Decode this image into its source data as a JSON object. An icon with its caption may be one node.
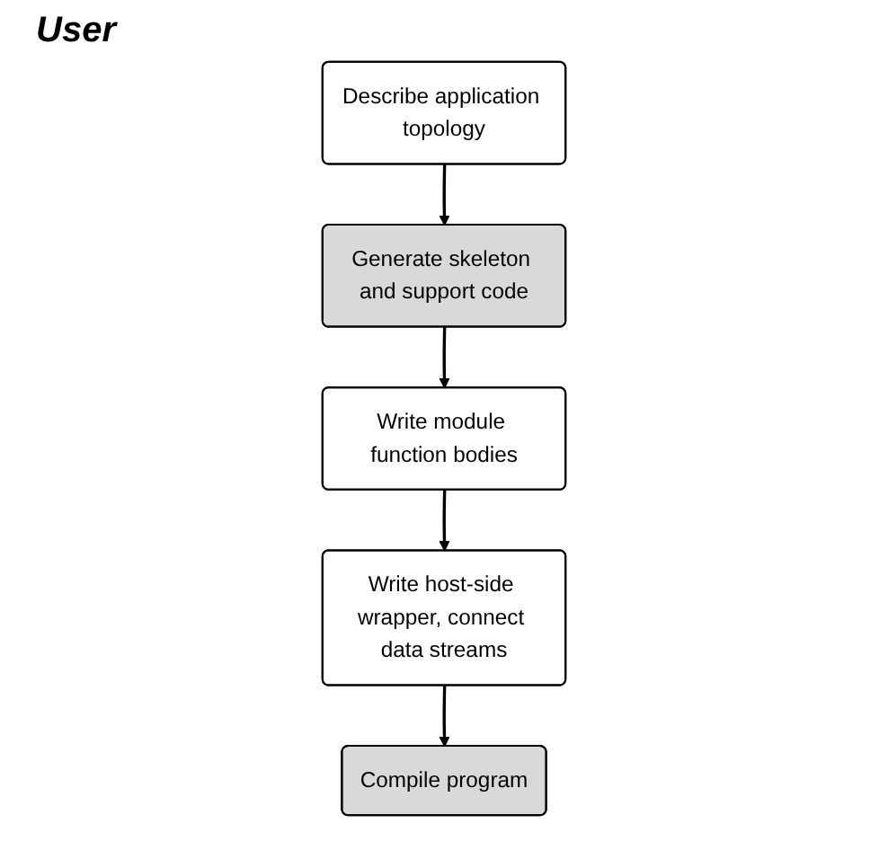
{
  "diagram": {
    "nodes": [
      {
        "text": [
          "Describe application topology"
        ]
      },
      {
        "text": [
          "Generate skeleton and support code"
        ]
      },
      {
        "text": [
          "Write module function bodies"
        ]
      },
      {
        "text": [
          "Write host-side wrapper, connect data streams"
        ]
      },
      {
        "text": [
          "Compile program"
        ]
      }
    ],
    "edges": [
      {
        "from": 0,
        "to": 1,
        "arrow": "to"
      },
      {
        "from": 1,
        "to": 2,
        "arrow": "to"
      },
      {
        "from": 2,
        "to": 3,
        "arrow": "to"
      },
      {
        "from": 3,
        "to": 4,
        "arrow": "to"
      }
    ],
    "labels": [
      "User"
    ]
  }
}
